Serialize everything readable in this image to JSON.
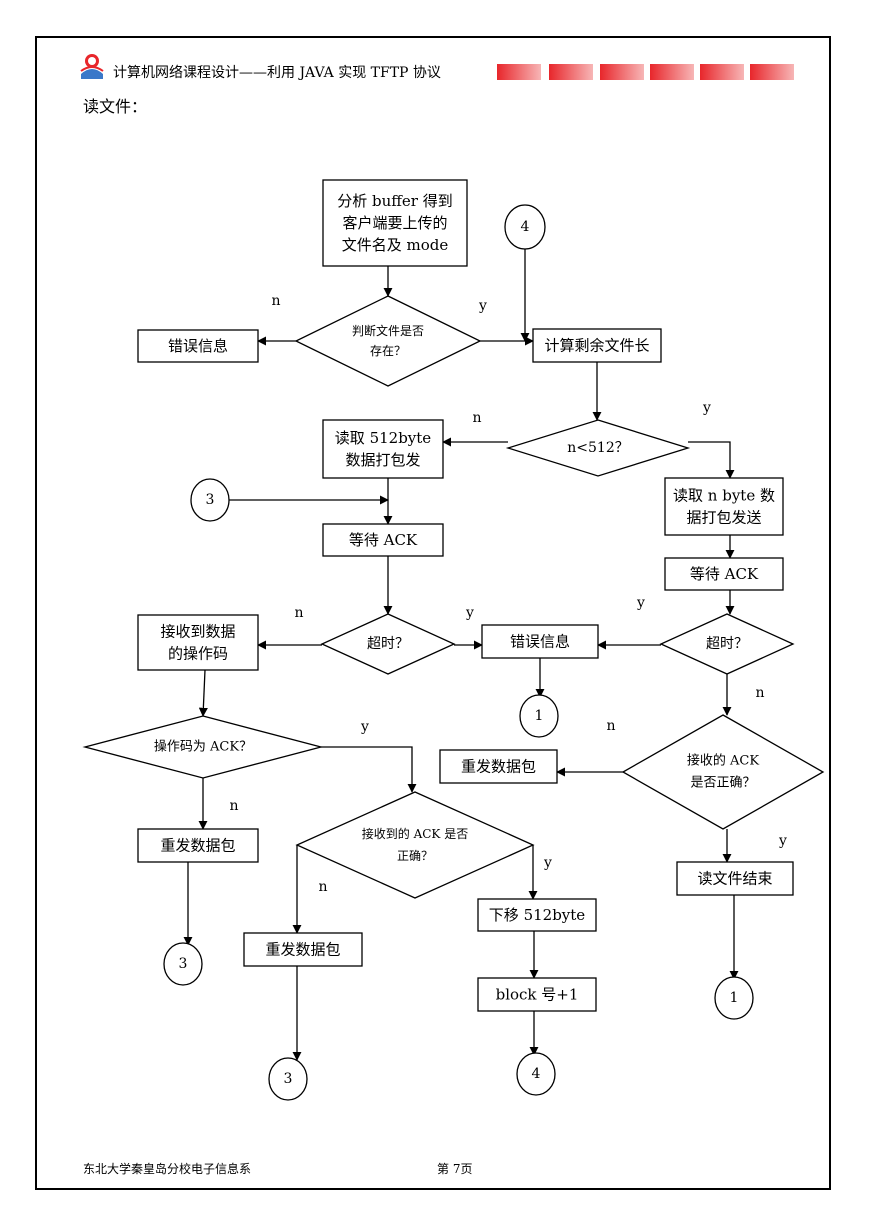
{
  "header": {
    "title": "计算机网络课程设计——利用 JAVA 实现 TFTP 协议"
  },
  "section": {
    "title": "读文件："
  },
  "footer": {
    "left": "东北大学秦皇岛分校电子信息系",
    "page": "第 7页"
  },
  "colors": {
    "header_bar": "#e8262b"
  },
  "diagram": {
    "nodes": {
      "parse": [
        "分析 buffer 得到",
        "客户端要上传的",
        "文件名及 mode"
      ],
      "judge": [
        "判断文件是否",
        "存在？"
      ],
      "err1": [
        "错误信息"
      ],
      "calc": [
        "计算剩余文件长"
      ],
      "nlt": [
        "n<512？"
      ],
      "read512": [
        "读取 512byte",
        "数据打包发"
      ],
      "readn": [
        "读取 n byte 数",
        "据打包发送"
      ],
      "waitL": [
        "等待 ACK"
      ],
      "waitR": [
        "等待 ACK"
      ],
      "timeoutL": [
        "超时？"
      ],
      "timeoutR": [
        "超时？"
      ],
      "err2": [
        "错误信息"
      ],
      "recvOp": [
        "接收到数据",
        "的操作码"
      ],
      "isAck": [
        "操作码为 ACK？"
      ],
      "ackOkR": [
        "接收的 ACK",
        "是否正确？"
      ],
      "resendR": [
        "重发数据包"
      ],
      "resendL": [
        "重发数据包"
      ],
      "ackOkM": [
        "接收到的 ACK 是否",
        "正确？"
      ],
      "resendM": [
        "重发数据包"
      ],
      "shift": [
        "下移 512byte"
      ],
      "blockInc": [
        "block 号+1"
      ],
      "readEnd": [
        "读文件结束"
      ]
    },
    "connectors": {
      "c4top": "4",
      "c3left": "3",
      "c1mid": "1",
      "c3bl": "3",
      "c1right": "1",
      "c3bottom": "3",
      "c4bottom": "4"
    },
    "edge_labels": {
      "judge_n": "n",
      "judge_y": "y",
      "nlt_n": "n",
      "nlt_y": "y",
      "toL_n": "n",
      "toL_y": "y",
      "toR_y": "y",
      "toR_n": "n",
      "isAck_y": "y",
      "isAck_n": "n",
      "ackR_n": "n",
      "ackR_y": "y",
      "ackM_n": "n",
      "ackM_y": "y"
    }
  }
}
